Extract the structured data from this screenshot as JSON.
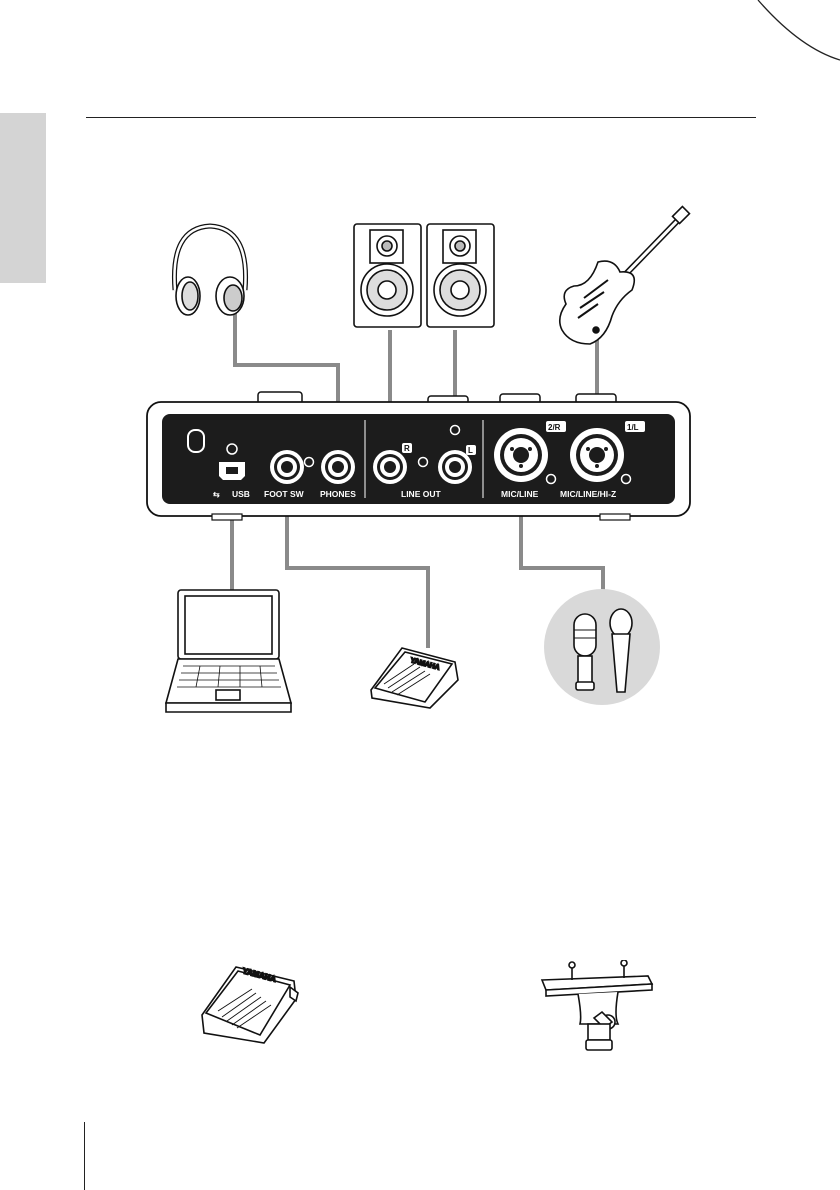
{
  "panel": {
    "usb_label": "USB",
    "footsw_label": "FOOT SW",
    "phones_label": "PHONES",
    "lineout_label": "LINE OUT",
    "r_label": "R",
    "l_label": "L",
    "micline_label": "MIC/LINE",
    "micline_hiz_label": "MIC/LINE/HI-Z",
    "ch2_label": "2/R",
    "ch1_label": "1/L"
  },
  "devices": {
    "pedal_brand": "YAMAHA"
  },
  "colors": {
    "panel": "#1c1c1c",
    "cable": "#8a8a8a",
    "side_tab": "#d4d4d4",
    "mic_circle": "#d9d9d9"
  }
}
